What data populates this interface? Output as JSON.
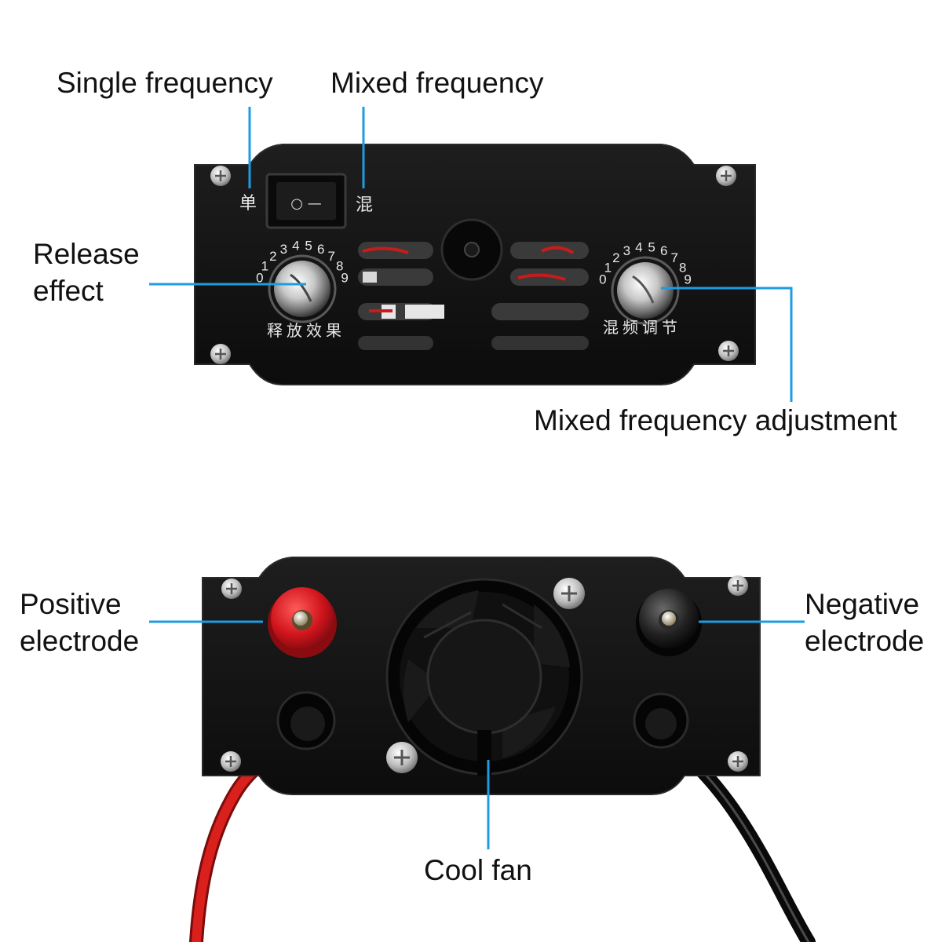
{
  "labels": {
    "single_frequency": "Single frequency",
    "mixed_frequency": "Mixed frequency",
    "release_effect": [
      "Release",
      "effect"
    ],
    "mixed_frequency_adjustment": "Mixed frequency adjustment",
    "positive_electrode": [
      "Positive",
      "electrode"
    ],
    "negative_electrode": [
      "Negative",
      "electrode"
    ],
    "cool_fan": "Cool fan"
  },
  "panel_markings": {
    "switch_left": "单",
    "switch_right": "混",
    "switch_symbols": "○ —",
    "dial_digits": [
      "0",
      "1",
      "2",
      "3",
      "4",
      "5",
      "6",
      "7",
      "8",
      "9"
    ],
    "release_dial_caption": "释放效果",
    "mix_dial_caption": "混频调节"
  },
  "colors": {
    "leader_line": "#1f9be0",
    "panel": "#111111",
    "positive_terminal": "#d0141c",
    "negative_terminal": "#1a1a1a",
    "positive_wire": "#d9201c",
    "negative_wire": "#111111"
  }
}
